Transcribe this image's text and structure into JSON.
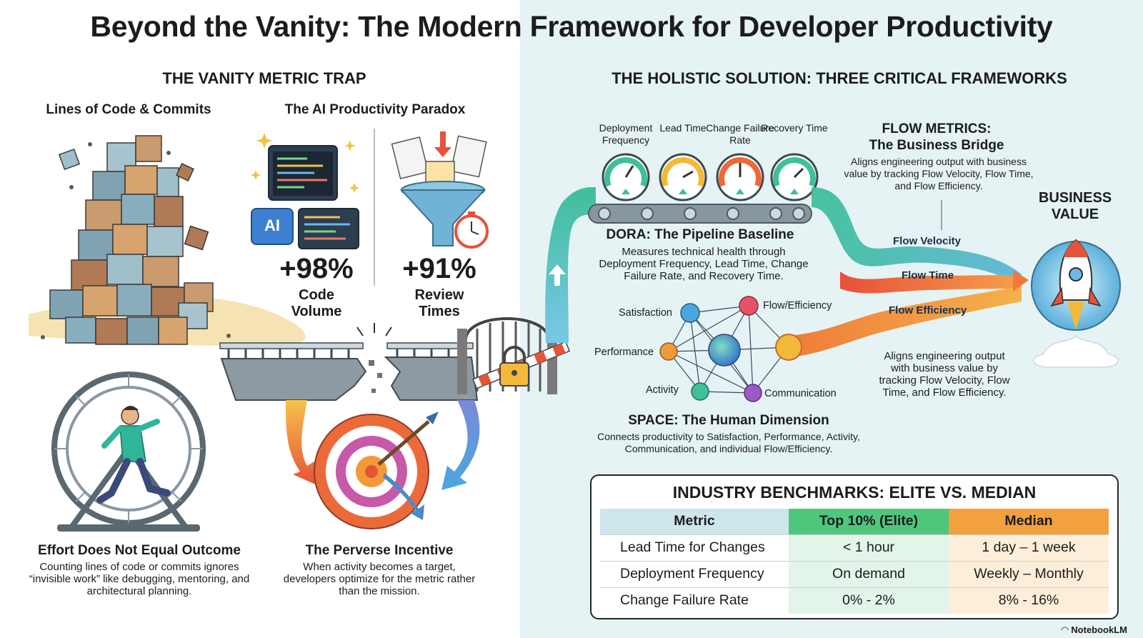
{
  "title": "Beyond the Vanity: The Modern Framework for Developer Productivity",
  "left": {
    "heading": "THE VANITY METRIC TRAP",
    "loc": {
      "subtitle": "Lines of Code & Commits"
    },
    "ai": {
      "subtitle": "The AI Productivity Paradox",
      "ai_badge": "AI",
      "stat1": {
        "value": "+98%",
        "label": "Code Volume"
      },
      "stat2": {
        "value": "+91%",
        "label": "Review Times"
      }
    },
    "effort": {
      "caption": "Effort Does Not Equal Outcome",
      "description": "Counting lines of code or commits ignores “invisible work” like debugging, mentoring, and architectural planning."
    },
    "perverse": {
      "caption": "The Perverse Incentive",
      "description": "When activity becomes a target, developers optimize for the metric rather than the mission."
    }
  },
  "right": {
    "heading": "THE HOLISTIC SOLUTION: THREE CRITICAL FRAMEWORKS",
    "gauges": [
      "Deployment Frequency",
      "Lead Time",
      "Change Failure Rate",
      "Recovery Time"
    ],
    "dora": {
      "title": "DORA: The Pipeline Baseline",
      "description": "Measures technical health through Deployment Frequency, Lead Time, Change Failure Rate, and Recovery Time."
    },
    "flow": {
      "title_line1": "FLOW METRICS:",
      "title_line2": "The Business Bridge",
      "description": "Aligns engineering output with business value by tracking Flow Velocity, Flow Time, and Flow Efficiency.",
      "streams": [
        "Flow Velocity",
        "Flow Time",
        "Flow Efficiency"
      ],
      "description2": "Aligns engineering output with business value by tracking Flow Velocity, Flow Time, and Flow Efficiency."
    },
    "business_value": "BUSINESS VALUE",
    "space": {
      "title": "SPACE: The Human Dimension",
      "description": "Connects productivity to Satisfaction, Performance, Activity, Communication, and individual Flow/Efficiency.",
      "nodes": [
        "Satisfaction",
        "Flow/Efficiency",
        "Performance",
        "Activity",
        "Communication"
      ]
    }
  },
  "benchmarks": {
    "title": "INDUSTRY BENCHMARKS: ELITE VS. MEDIAN",
    "columns": [
      "Metric",
      "Top 10% (Elite)",
      "Median"
    ],
    "rows": [
      [
        "Lead Time for Changes",
        "< 1 hour",
        "1 day – 1 week"
      ],
      [
        "Deployment Frequency",
        "On demand",
        "Weekly – Monthly"
      ],
      [
        "Change Failure Rate",
        "0% - 2%",
        "8% - 16%"
      ]
    ]
  },
  "footer": "NotebookLM",
  "colors": {
    "elite": "#4ec77d",
    "median": "#f3a13f",
    "metric": "#cde6ec",
    "flow_velocity": "#5fb6d8",
    "flow_time": "#f07a3a",
    "flow_efficiency": "#f29b3a"
  }
}
